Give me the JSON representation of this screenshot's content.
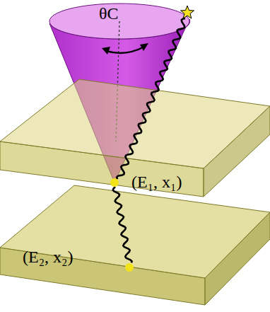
{
  "diagram": {
    "labels": [
      "θC",
      "(E₁, x₁)",
      "(E₂, x₂)"
    ]
  }
}
